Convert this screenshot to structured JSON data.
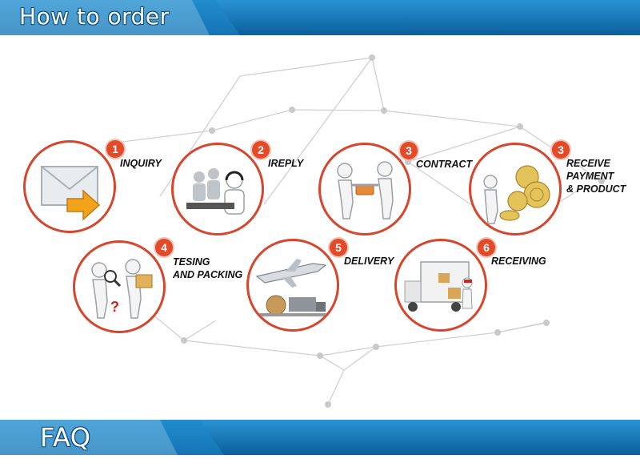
{
  "header": {
    "title": "How to order"
  },
  "footer": {
    "title": "FAQ"
  },
  "steps": [
    {
      "number": "1",
      "label": "INQUIRY",
      "illustration": "envelope-arrow-icon"
    },
    {
      "number": "2",
      "label": "IREPLY",
      "illustration": "customer-service-icon"
    },
    {
      "number": "3",
      "label": "CONTRACT",
      "illustration": "handshake-icon"
    },
    {
      "number": "3",
      "label_lines": [
        "RECEIVE",
        "PAYMENT",
        "& PRODUCT"
      ],
      "illustration": "coins-icon"
    },
    {
      "number": "4",
      "label_lines": [
        "TESING",
        "AND PACKING"
      ],
      "illustration": "inspection-icon"
    },
    {
      "number": "5",
      "label": "DELIVERY",
      "illustration": "airplane-cargo-icon"
    },
    {
      "number": "6",
      "label": "RECEIVING",
      "illustration": "truck-unloading-icon"
    }
  ],
  "colors": {
    "banner": "#0e75b8",
    "accent": "#d7452c",
    "network": "#cfcfcf"
  }
}
